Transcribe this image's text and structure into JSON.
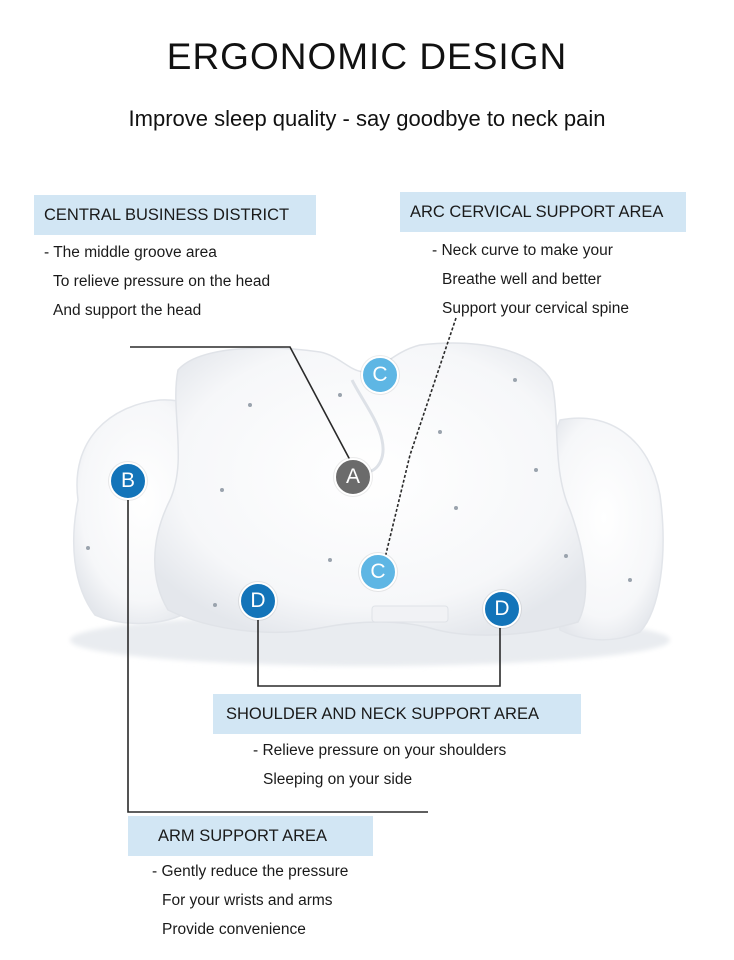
{
  "title": "ERGONOMIC DESIGN",
  "subtitle": "Improve sleep quality - say goodbye to neck pain",
  "colors": {
    "label_bg": "#d2e6f4",
    "marker_light": "#5eb6e4",
    "marker_dark": "#1374b9",
    "marker_grey": "#6b6b6b"
  },
  "areas": {
    "central": {
      "label": "CENTRAL BUSINESS DISTRICT",
      "lines": [
        "- The middle groove area",
        "To relieve pressure on the head",
        "And support the head"
      ]
    },
    "arc": {
      "label": "ARC CERVICAL SUPPORT AREA",
      "lines": [
        "- Neck curve to make your",
        "Breathe well and better",
        "Support your cervical spine"
      ]
    },
    "shoulder": {
      "label": "SHOULDER AND NECK SUPPORT AREA",
      "lines": [
        "- Relieve pressure on your shoulders",
        "Sleeping on your side"
      ]
    },
    "arm": {
      "label": "ARM SUPPORT AREA",
      "lines": [
        "- Gently reduce the pressure",
        "For your wrists and arms",
        "Provide convenience"
      ]
    }
  },
  "markers": {
    "a": "A",
    "b": "B",
    "c_top": "C",
    "c_bottom": "C",
    "d_left": "D",
    "d_right": "D"
  }
}
